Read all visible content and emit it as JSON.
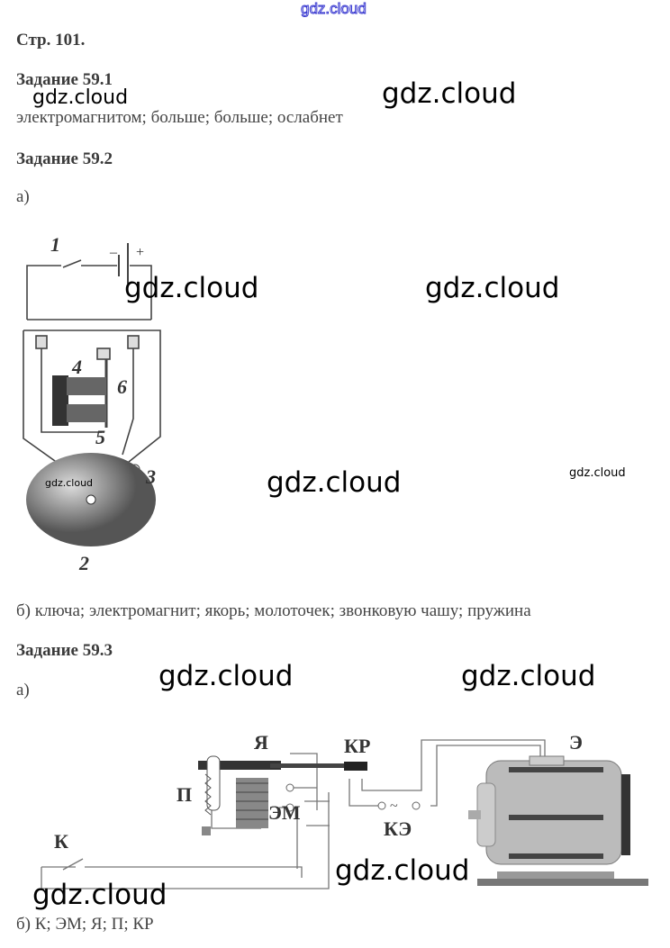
{
  "watermark": "gdz.cloud",
  "page_heading": "Стр. 101.",
  "tasks": [
    {
      "title": "Задание 59.1",
      "answer": "электромагнитом; больше; больше; ослабнет"
    },
    {
      "title": "Задание 59.2",
      "part_a": "а)",
      "part_b": "б) ключа; электромагнит; якорь; молоточек; звонковую чашу; пружина",
      "diagram_labels": {
        "switch": "1",
        "bell": "2",
        "hammer": "3",
        "electromagnet": "4",
        "armature": "5",
        "spring": "6",
        "minus": "–",
        "plus": "+"
      }
    },
    {
      "title": "Задание 59.3",
      "part_a": "а)",
      "part_b": "б) К; ЭМ; Я; П; КР",
      "diagram_labels": {
        "armature": "Я",
        "contacts": "КР",
        "motor": "Э",
        "spring": "П",
        "electromagnet": "ЭМ",
        "motor_circuit": "КЭ",
        "key": "К"
      }
    }
  ]
}
